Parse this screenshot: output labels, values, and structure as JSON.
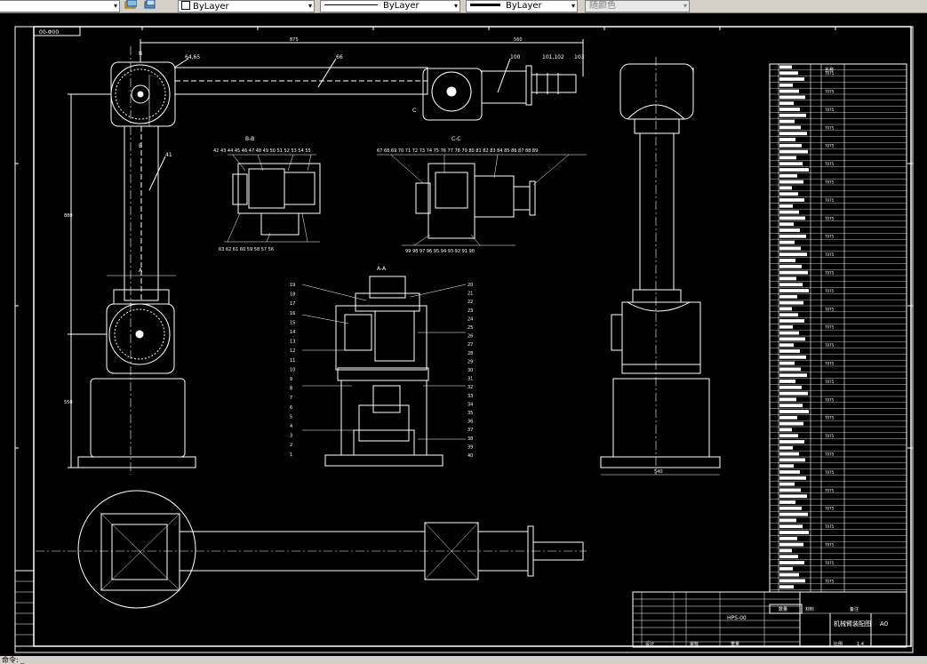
{
  "toolbar": {
    "layer_combo_arrow": "▾",
    "color_combo": "ByLayer",
    "linetype_combo": "ByLayer",
    "lineweight_combo": "ByLayer",
    "plotstyle_combo": "随颜色"
  },
  "drawing": {
    "frame_label": "00-Φ00",
    "section_bb": "B-B",
    "section_cc": "C-C",
    "section_aa": "A-A",
    "mark_b": "B",
    "mark_c": "C",
    "mark_a": "A",
    "callout_6465": "64,65",
    "callout_66": "66",
    "callout_100": "100",
    "callout_101_102": "101,102",
    "callout_103": "103",
    "callout_41": "41",
    "callout_b_row_top": "42 43 44 45 46 47 48 49 50 51 52 53 54 55",
    "callout_b_row_bottom": "63 62 61 60 59 58 57 56",
    "callout_c_row_top": "67 68 69 70 71 72 73 74 75 76 77 78 79 80 81 82 83 84 85 86 87 88 89",
    "callout_c_row_bottom": "99 98 97 96 95 94 93 92 91 90",
    "aa_left_numbers": [
      "19",
      "18",
      "17",
      "16",
      "15",
      "14",
      "13",
      "12",
      "11",
      "10",
      "9",
      "8",
      "7",
      "6",
      "5",
      "4",
      "3",
      "2",
      "1"
    ],
    "aa_right_numbers": [
      "20",
      "21",
      "22",
      "23",
      "24",
      "25",
      "26",
      "27",
      "28",
      "29",
      "30",
      "31",
      "32",
      "33",
      "34",
      "35",
      "36",
      "37",
      "38",
      "39",
      "40"
    ],
    "dim_top_left": "875",
    "dim_top_right": "560",
    "dim_vertical_upper": "880",
    "dim_vertical_lower": "550",
    "dim_bottom": "540"
  },
  "title_block": {
    "drawing_name": "机械臂装配图",
    "drawing_code": "HPS-00",
    "scale": "1:4",
    "sheet": "A0",
    "col_material": "材料",
    "col_notes": "备注",
    "designed": "设计",
    "checked": "审核",
    "weight": "重量",
    "ratio": "比例",
    "qty": "数量"
  },
  "bom": {
    "header_name": "名称",
    "material_code": "7075"
  },
  "statusbar": {
    "text": "命令: _"
  },
  "colors": {
    "background": "#000000",
    "lines": "#ffffff",
    "toolbar": "#d4d0c8"
  }
}
